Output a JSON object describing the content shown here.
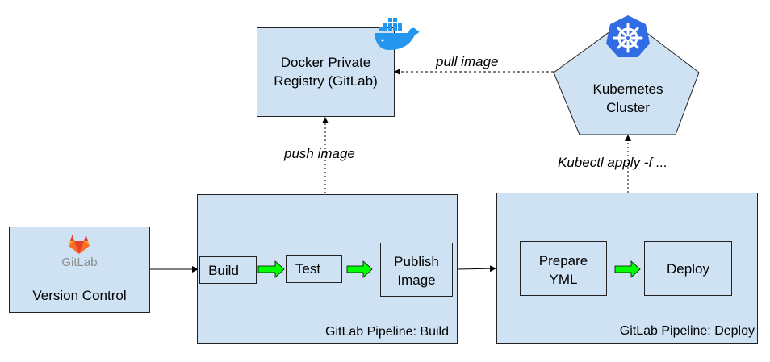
{
  "nodes": {
    "registry": "Docker Private\nRegistry (GitLab)",
    "cluster": "Kubernetes\nCluster",
    "version_control": "Version Control",
    "gitlab_logo_text": "GitLab",
    "build": "Build",
    "test": "Test",
    "publish": "Publish\nImage",
    "prepare": "Prepare\nYML",
    "deploy": "Deploy"
  },
  "containers": {
    "build_pipeline": "GitLab Pipeline: Build",
    "deploy_pipeline": "GitLab Pipeline: Deploy"
  },
  "edges": {
    "pull": "pull image",
    "push": "push image",
    "kubectl": "Kubectl apply -f ..."
  },
  "icons": {
    "docker": "docker-whale-icon",
    "kubernetes": "kubernetes-helm-icon",
    "gitlab": "gitlab-fox-icon"
  },
  "colors": {
    "box_fill": "#cfe2f3",
    "stage_arrow": "#00ff00",
    "docker": "#2496ed",
    "kubernetes": "#326ce5"
  }
}
